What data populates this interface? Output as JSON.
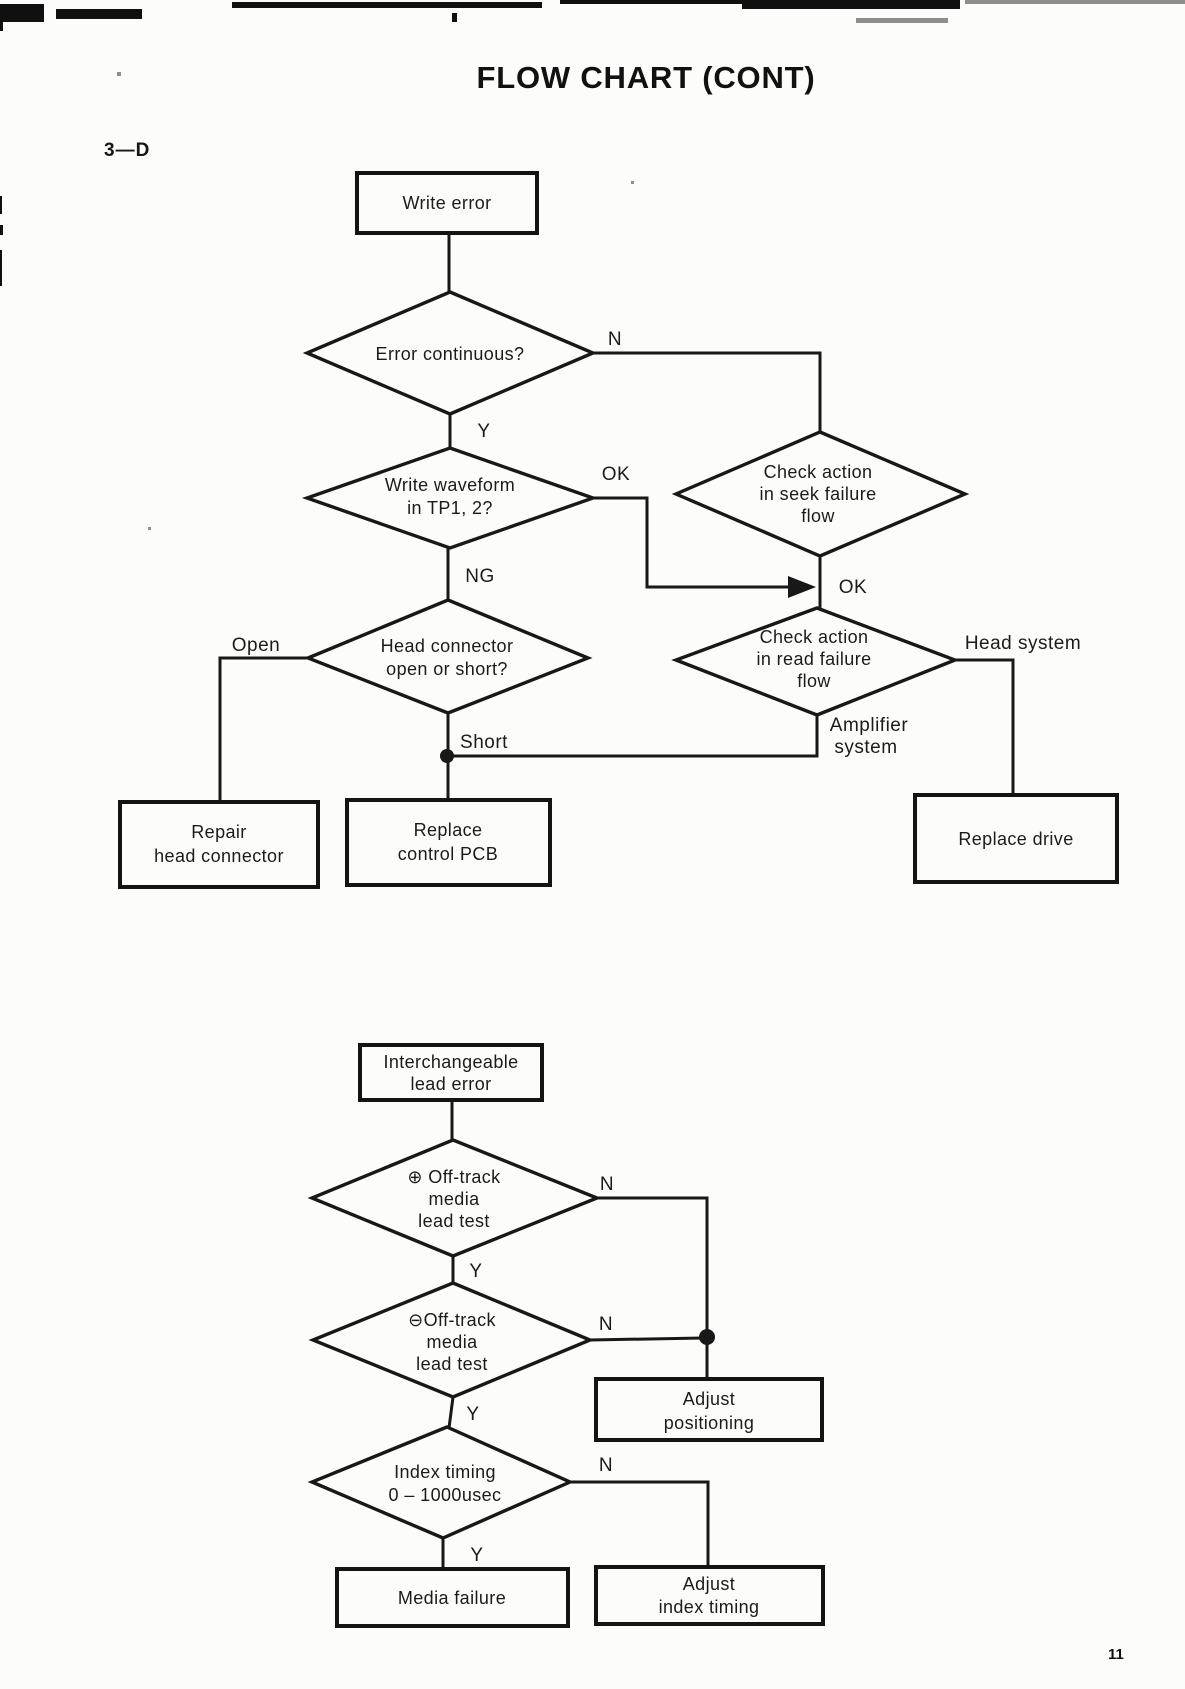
{
  "page": {
    "title": "FLOW CHART (CONT)",
    "section_label": "3—D",
    "page_number": "11"
  },
  "colors": {
    "ink": "#1b1b1b",
    "paper": "#fcfcfb"
  },
  "f1": {
    "nodes": {
      "write_error": {
        "lines": [
          "Write error"
        ]
      },
      "error_continuous": {
        "lines": [
          "Error continuous?"
        ]
      },
      "write_waveform": {
        "lines": [
          "Write waveform",
          "in TP1, 2?"
        ]
      },
      "seek_failure": {
        "lines": [
          "Check action",
          "in seek failure",
          "flow"
        ]
      },
      "head_connector": {
        "lines": [
          "Head connector",
          "open or short?"
        ]
      },
      "read_failure": {
        "lines": [
          "Check action",
          "in read failure",
          "flow"
        ]
      },
      "repair_head_connector": {
        "lines": [
          "Repair",
          "head connector"
        ]
      },
      "replace_control_pcb": {
        "lines": [
          "Replace",
          "control PCB"
        ]
      },
      "replace_drive": {
        "lines": [
          "Replace drive"
        ]
      }
    },
    "edge_labels": {
      "n": "N",
      "y": "Y",
      "ok_waveform": "OK",
      "ng": "NG",
      "ok_junction": "OK",
      "open": "Open",
      "short": "Short",
      "head_system": "Head system",
      "amplifier_system": [
        "Amplifier",
        "system"
      ]
    }
  },
  "f2": {
    "nodes": {
      "interchangeable_lead_error": {
        "lines": [
          "Interchangeable",
          "lead error"
        ]
      },
      "plus_offtrack": {
        "lines": [
          "⊕ Off-track",
          "media",
          "lead test"
        ]
      },
      "minus_offtrack": {
        "lines": [
          "⊖Off-track",
          "media",
          "lead test"
        ]
      },
      "adjust_positioning": {
        "lines": [
          "Adjust",
          "positioning"
        ]
      },
      "index_timing": {
        "lines": [
          "Index timing",
          "0 – 1000usec"
        ]
      },
      "media_failure": {
        "lines": [
          "Media failure"
        ]
      },
      "adjust_index_timing": {
        "lines": [
          "Adjust",
          "index timing"
        ]
      }
    },
    "edge_labels": {
      "n1": "N",
      "y1": "Y",
      "n2": "N",
      "y2": "Y",
      "n3": "N",
      "y3": "Y"
    }
  }
}
